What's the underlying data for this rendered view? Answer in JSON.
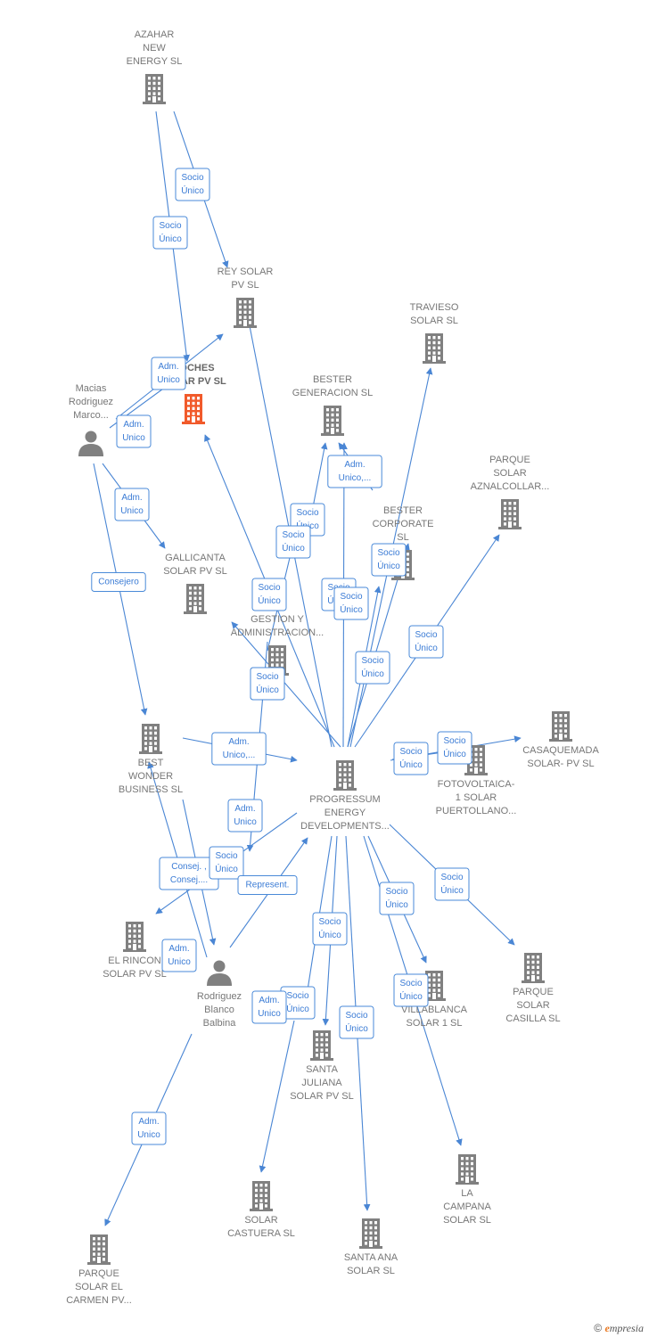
{
  "colors": {
    "building": "#808080",
    "building_focus": "#f15a2b",
    "person": "#808080",
    "edge": "#4a86d4"
  },
  "nodes": [
    {
      "id": "azahar",
      "kind": "building",
      "lines": [
        "AZAHAR",
        "NEW",
        "ENERGY  SL"
      ],
      "label_pos": "above"
    },
    {
      "id": "rey",
      "kind": "building",
      "lines": [
        "REY SOLAR",
        "PV  SL"
      ],
      "label_pos": "above"
    },
    {
      "id": "travieso",
      "kind": "building",
      "lines": [
        "TRAVIESO",
        "SOLAR  SL"
      ],
      "label_pos": "above"
    },
    {
      "id": "noches",
      "kind": "building_focus",
      "lines": [
        "NOCHES",
        "SOLAR PV  SL"
      ],
      "label_pos": "above"
    },
    {
      "id": "macias",
      "kind": "person",
      "lines": [
        "Macias",
        "Rodriguez",
        "Marco..."
      ],
      "label_pos": "above"
    },
    {
      "id": "bester_gen",
      "kind": "building",
      "lines": [
        "BESTER",
        "GENERACION SL"
      ],
      "label_pos": "above"
    },
    {
      "id": "parque_azn",
      "kind": "building",
      "lines": [
        "PARQUE",
        "SOLAR",
        "AZNALCOLLAR..."
      ],
      "label_pos": "above"
    },
    {
      "id": "bester_corp",
      "kind": "building",
      "lines": [
        "BESTER",
        "CORPORATE",
        "SL"
      ],
      "label_pos": "above"
    },
    {
      "id": "gallicanta",
      "kind": "building",
      "lines": [
        "GALLICANTA",
        "SOLAR PV  SL"
      ],
      "label_pos": "above"
    },
    {
      "id": "bai",
      "kind": "building",
      "lines": [
        "BAI",
        "GESTION Y",
        "ADMINISTRACION..."
      ],
      "label_pos": "above"
    },
    {
      "id": "best_wonder",
      "kind": "building",
      "lines": [
        "BEST",
        "WONDER",
        "BUSINESS SL"
      ],
      "label_pos": "below"
    },
    {
      "id": "progressum",
      "kind": "building",
      "lines": [
        "PROGRESSUM",
        "ENERGY",
        "DEVELOPMENTS..."
      ],
      "label_pos": "below"
    },
    {
      "id": "casaquemada",
      "kind": "building",
      "lines": [
        "CASAQUEMADA",
        "SOLAR- PV  SL"
      ],
      "label_pos": "below"
    },
    {
      "id": "fotovoltaica",
      "kind": "building",
      "lines": [
        "FOTOVOLTAICA-",
        "1 SOLAR",
        "PUERTOLLANO..."
      ],
      "label_pos": "below"
    },
    {
      "id": "el_rincon",
      "kind": "building",
      "lines": [
        "EL RINCON",
        "SOLAR PV  SL"
      ],
      "label_pos": "below"
    },
    {
      "id": "rodriguez",
      "kind": "person",
      "lines": [
        "Rodriguez",
        "Blanco",
        "Balbina"
      ],
      "label_pos": "below"
    },
    {
      "id": "villablanca",
      "kind": "building",
      "lines": [
        "VILLABLANCA",
        "SOLAR 1  SL"
      ],
      "label_pos": "below"
    },
    {
      "id": "parque_casilla",
      "kind": "building",
      "lines": [
        "PARQUE",
        "SOLAR",
        "CASILLA  SL"
      ],
      "label_pos": "below"
    },
    {
      "id": "santa_juliana",
      "kind": "building",
      "lines": [
        "SANTA",
        "JULIANA",
        "SOLAR PV  SL"
      ],
      "label_pos": "below"
    },
    {
      "id": "la_campana",
      "kind": "building",
      "lines": [
        "LA",
        "CAMPANA",
        "SOLAR  SL"
      ],
      "label_pos": "below"
    },
    {
      "id": "solar_castuera",
      "kind": "building",
      "lines": [
        "SOLAR",
        "CASTUERA  SL"
      ],
      "label_pos": "below"
    },
    {
      "id": "santa_ana",
      "kind": "building",
      "lines": [
        "SANTA ANA",
        "SOLAR  SL"
      ],
      "label_pos": "below"
    },
    {
      "id": "parque_carmen",
      "kind": "building",
      "lines": [
        "PARQUE",
        "SOLAR EL",
        "CARMEN PV..."
      ],
      "label_pos": "below"
    }
  ],
  "edges": [
    {
      "id": "e1",
      "lines": [
        "Socio",
        "Único"
      ]
    },
    {
      "id": "e2",
      "lines": [
        "Socio",
        "Único"
      ]
    },
    {
      "id": "e3",
      "lines": [
        "Adm.",
        "Unico"
      ]
    },
    {
      "id": "e4",
      "lines": [
        "Adm.",
        "Unico"
      ]
    },
    {
      "id": "e5",
      "lines": [
        "Adm.",
        "Unico"
      ]
    },
    {
      "id": "e6",
      "lines": [
        "Consejero"
      ]
    },
    {
      "id": "e7",
      "lines": [
        "Adm.",
        "Unico,..."
      ]
    },
    {
      "id": "e8",
      "lines": [
        "Socio",
        "Único"
      ]
    },
    {
      "id": "e9",
      "lines": [
        "Socio",
        "Único"
      ]
    },
    {
      "id": "e10",
      "lines": [
        "Socio",
        "Único"
      ]
    },
    {
      "id": "e11",
      "lines": [
        "Socio",
        "Único"
      ]
    },
    {
      "id": "e12",
      "lines": [
        "Socio",
        "Único"
      ]
    },
    {
      "id": "e13",
      "lines": [
        "Socio",
        "Único"
      ]
    },
    {
      "id": "e14",
      "lines": [
        "Socio",
        "Único"
      ]
    },
    {
      "id": "e15",
      "lines": [
        "Socio",
        "Único"
      ]
    },
    {
      "id": "e16",
      "lines": [
        "Socio",
        "Único"
      ]
    },
    {
      "id": "e17",
      "lines": [
        "Socio",
        "Único"
      ]
    },
    {
      "id": "e18",
      "lines": [
        "Adm.",
        "Unico,..."
      ]
    },
    {
      "id": "e19",
      "lines": [
        "Socio",
        "Único"
      ]
    },
    {
      "id": "e20",
      "lines": [
        "Socio",
        "Único"
      ]
    },
    {
      "id": "e21",
      "lines": [
        "Adm.",
        "Unico"
      ]
    },
    {
      "id": "e22",
      "lines": [
        "Consej. ,",
        "Consej...."
      ]
    },
    {
      "id": "e23",
      "lines": [
        "Socio",
        "Único"
      ]
    },
    {
      "id": "e24",
      "lines": [
        "Represent."
      ]
    },
    {
      "id": "e25",
      "lines": [
        "Adm.",
        "Unico"
      ]
    },
    {
      "id": "e26",
      "lines": [
        "Socio",
        "Único"
      ]
    },
    {
      "id": "e27",
      "lines": [
        "Socio",
        "Único"
      ]
    },
    {
      "id": "e28",
      "lines": [
        "Socio",
        "Único"
      ]
    },
    {
      "id": "e29",
      "lines": [
        "Socio",
        "Único"
      ]
    },
    {
      "id": "e30",
      "lines": [
        "Socio",
        "Único"
      ]
    },
    {
      "id": "e31",
      "lines": [
        "Socio",
        "Único"
      ]
    },
    {
      "id": "e32",
      "lines": [
        "Adm.",
        "Unico"
      ]
    },
    {
      "id": "e33",
      "lines": [
        "Adm.",
        "Unico"
      ]
    }
  ],
  "footer": {
    "copyright": "©",
    "brand_first": "e",
    "brand_rest": "mpresia"
  }
}
